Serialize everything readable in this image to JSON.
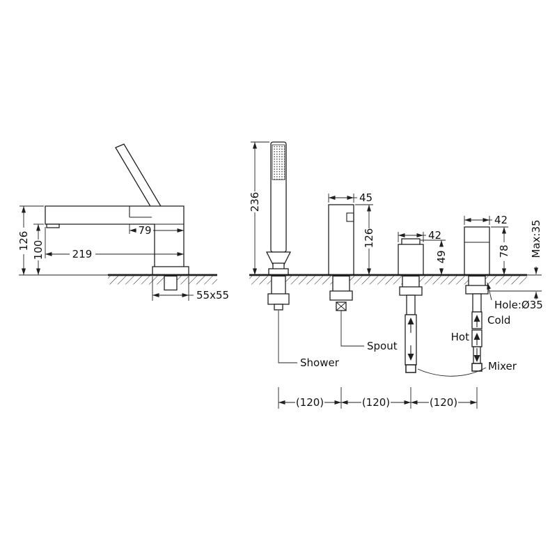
{
  "side_view": {
    "dim_total_height": "126",
    "dim_body_height": "100",
    "dim_spout_reach": "219",
    "dim_handle_offset": "79",
    "dim_base_size": "55x55"
  },
  "front_view": {
    "dim_shower_height": "236",
    "dim_spout_width": "45",
    "dim_spout_height": "126",
    "dim_diverter_width": "42",
    "dim_diverter_height": "49",
    "dim_valve_width": "42",
    "dim_valve_height": "78",
    "dim_deck_thickness": "Max:35",
    "dim_hole_size": "Hole:Ø35",
    "dim_spacing_1": "(120)",
    "dim_spacing_2": "(120)",
    "dim_spacing_3": "(120)"
  },
  "labels": {
    "shower": "Shower",
    "spout": "Spout",
    "cold": "Cold",
    "hot": "Hot",
    "mixer": "Mixer"
  }
}
